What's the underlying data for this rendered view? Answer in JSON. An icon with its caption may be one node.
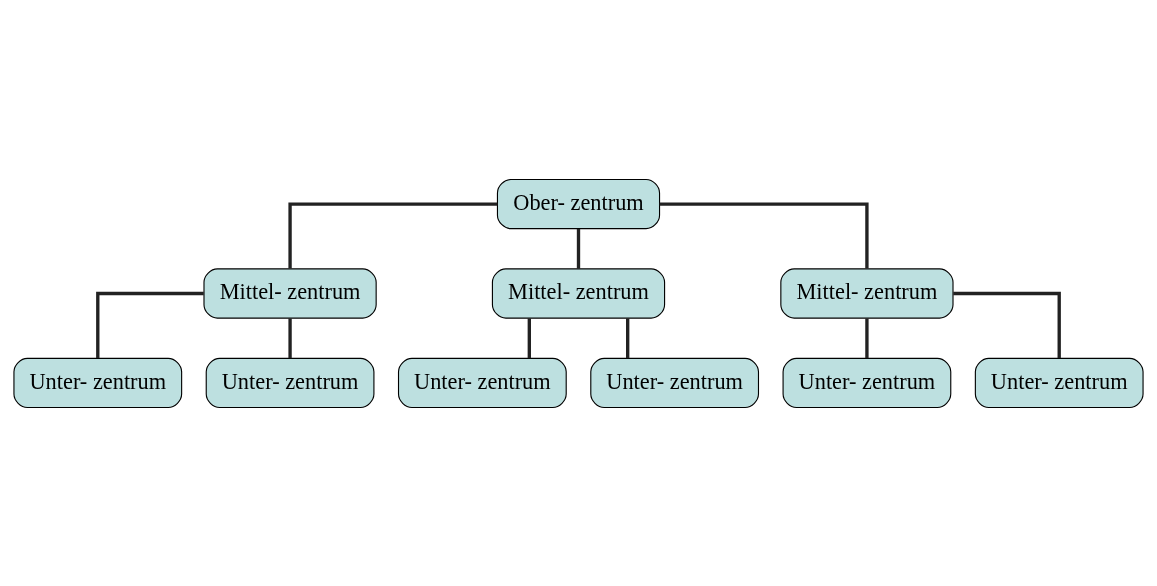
{
  "diagram": {
    "nodes": [
      {
        "text": [
          "Ober- zentrum"
        ]
      },
      {
        "text": [
          "Mittel- zentrum"
        ]
      },
      {
        "text": [
          "Mittel- zentrum"
        ]
      },
      {
        "text": [
          "Mittel- zentrum"
        ]
      },
      {
        "text": [
          "Unter- zentrum"
        ]
      },
      {
        "text": [
          "Unter- zentrum"
        ]
      },
      {
        "text": [
          "Unter- zentrum"
        ]
      },
      {
        "text": [
          "Unter- zentrum"
        ]
      },
      {
        "text": [
          "Unter- zentrum"
        ]
      },
      {
        "text": [
          "Unter- zentrum"
        ]
      }
    ],
    "edges": [
      {
        "from": 0,
        "to": 1,
        "arrow": "none"
      },
      {
        "from": 0,
        "to": 2,
        "arrow": "none"
      },
      {
        "from": 0,
        "to": 3,
        "arrow": "none"
      },
      {
        "from": 1,
        "to": 4,
        "arrow": "none"
      },
      {
        "from": 1,
        "to": 5,
        "arrow": "none"
      },
      {
        "from": 2,
        "to": 6,
        "arrow": "none"
      },
      {
        "from": 2,
        "to": 7,
        "arrow": "none"
      },
      {
        "from": 3,
        "to": 8,
        "arrow": "none"
      },
      {
        "from": 3,
        "to": 9,
        "arrow": "none"
      }
    ]
  }
}
